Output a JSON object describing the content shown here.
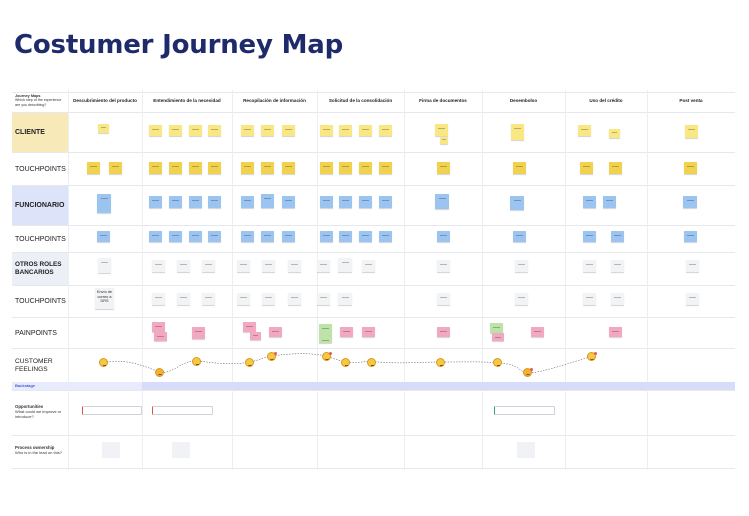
{
  "title": "Costumer Journey Map",
  "journey_header": {
    "title": "Journey Maps",
    "subtitle_line1": "Which step of the experience",
    "subtitle_line2": "are you describing?"
  },
  "stages": [
    "Descubrimiento del producto",
    "Entendimiento de la necesidad",
    "Recopilación de información",
    "Solicitud de la consolidación",
    "Firma de documentos",
    "Desembolso",
    "Uso del crédito",
    "Post venta"
  ],
  "rows": {
    "cliente": "CLIENTE",
    "touchpoints": "TOUCHPOINTS",
    "funcionario": "FUNCIONARIO",
    "otros_roles": "OTROS ROLES BANCARIOS",
    "painpoints": "PAINPOINTS",
    "customer_feelings": "CUSTOMER FEELINGS"
  },
  "touchpoint_note_text": "Envío de correo a DRS",
  "backstage": "Backstage",
  "opportunities": {
    "title": "Opportunities",
    "subtitle_line1": "What could we improve or",
    "subtitle_line2": "introduce?"
  },
  "process_ownership": {
    "title": "Process ownership",
    "subtitle": "Who is in the lead on this?"
  },
  "colors": {
    "title": "#1f2a6b",
    "sticky_yellow": "#f8e783",
    "sticky_blue": "#9bc4f0",
    "sticky_pink": "#f3a8c2",
    "sticky_green": "#bde3a8",
    "backstage_bar": "#d7dcf9"
  }
}
